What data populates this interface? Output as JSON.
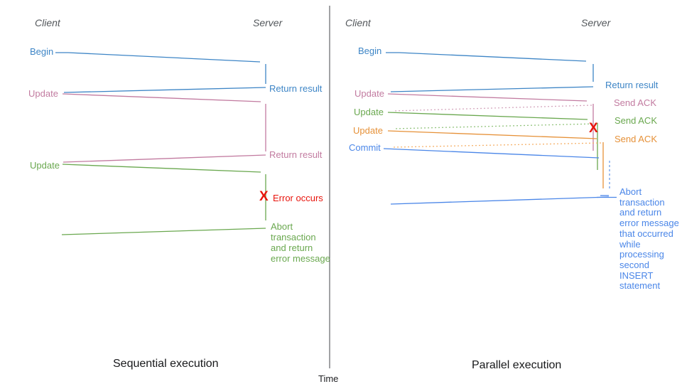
{
  "palette": {
    "begin_blue": "#3d85c6",
    "pink": "#c27ba0",
    "green": "#6aa84f",
    "orange": "#e69138",
    "commit_blue": "#4a86e8",
    "dotted_pink": "#d5a6bd",
    "dotted_green": "#93c47d",
    "dotted_orange": "#f6b26b",
    "dashed_blue": "#6d9eeb",
    "error_red": "#e8150d",
    "axis_gray": "#43464a"
  },
  "time_axis": {
    "label": "Time"
  },
  "left_panel": {
    "title": "Sequential execution",
    "client_header": "Client",
    "server_header": "Server",
    "begin_label": "Begin",
    "begin_return_label": "Return result",
    "update1_label": "Update",
    "update1_return_label": "Return result",
    "update2_label": "Update",
    "error_mark": "X",
    "error_label": "Error occurs",
    "abort_note": "Abort\ntransaction\nand return\nerror message"
  },
  "right_panel": {
    "title": "Parallel execution",
    "client_header": "Client",
    "server_header": "Server",
    "begin_label": "Begin",
    "begin_return_label": "Return result",
    "update1_label": "Update",
    "update1_ack_label": "Send ACK",
    "update2_label": "Update",
    "update2_ack_label": "Send ACK",
    "update3_label": "Update",
    "update3_ack_label": "Send ACK",
    "commit_label": "Commit",
    "error_mark": "X",
    "abort_note": "Abort\ntransaction\nand return\nerror message\nthat occurred\nwhile\nprocessing\nsecond\nINSERT\nstatement"
  }
}
